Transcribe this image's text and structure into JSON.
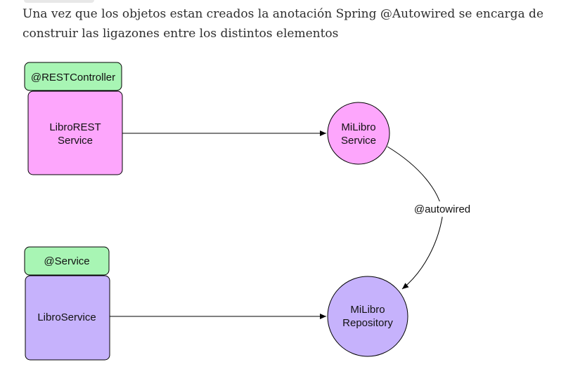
{
  "intro": {
    "line1": "Una vez que los objetos estan creados la anotación Spring @Autowired se encarga de",
    "line2": "construir las ligazones entre los distintos elementos"
  },
  "diagram": {
    "rest_annotation": "@RESTController",
    "rest_service": {
      "line1": "LibroREST",
      "line2": "Service"
    },
    "service_annotation": "@Service",
    "libro_service": "LibroService",
    "milibro_service": {
      "line1": "MiLibro",
      "line2": "Service"
    },
    "milibro_repository": {
      "line1": "MiLibro",
      "line2": "Repository"
    },
    "autowired_label": "@autowired"
  },
  "colors": {
    "annotation_fill": "#a8f5b4",
    "rest_fill": "#fda6fc",
    "service_fill": "#c6b2fc",
    "stroke": "#000000"
  }
}
